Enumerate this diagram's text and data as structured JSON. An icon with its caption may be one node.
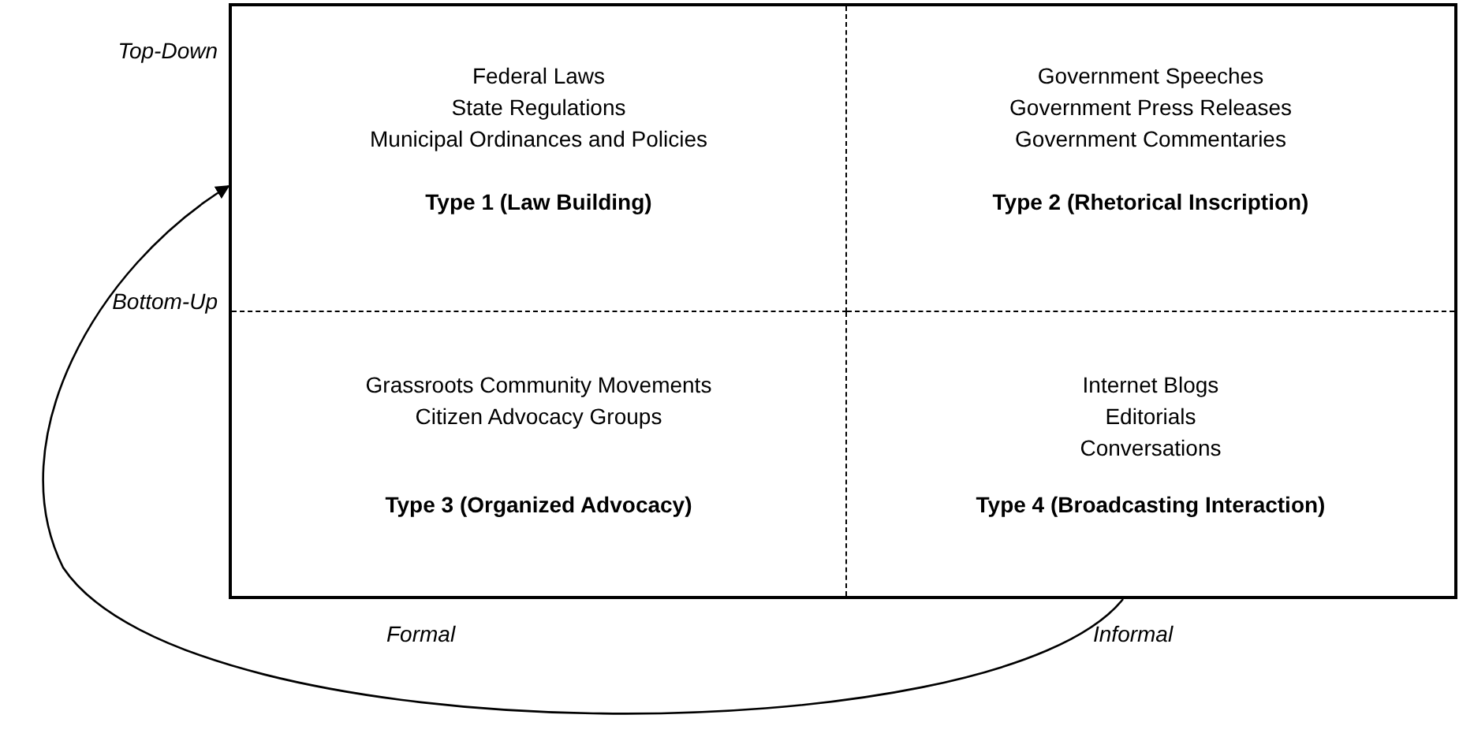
{
  "diagram": {
    "nodes": [
      {
        "text": [
          "Federal Laws",
          "State Regulations",
          "Municipal Ordinances and Policies",
          "Type 1 (Law Building)"
        ]
      },
      {
        "text": [
          "Government Speeches",
          "Government Press Releases",
          "Government Commentaries",
          "Type 2 (Rhetorical Inscription)"
        ]
      },
      {
        "text": [
          "Grassroots Community Movements",
          "Citizen Advocacy Groups",
          "Type 3 (Organized Advocacy)"
        ]
      },
      {
        "text": [
          "Internet Blogs",
          "Editorials",
          "Conversations",
          "Type 4 (Broadcasting Interaction)"
        ]
      }
    ],
    "edges": [
      {
        "from": 3,
        "to": 0,
        "arrow": "to"
      }
    ],
    "labels": [
      "Top-Down",
      "Bottom-Up",
      "Formal",
      "Informal"
    ]
  }
}
